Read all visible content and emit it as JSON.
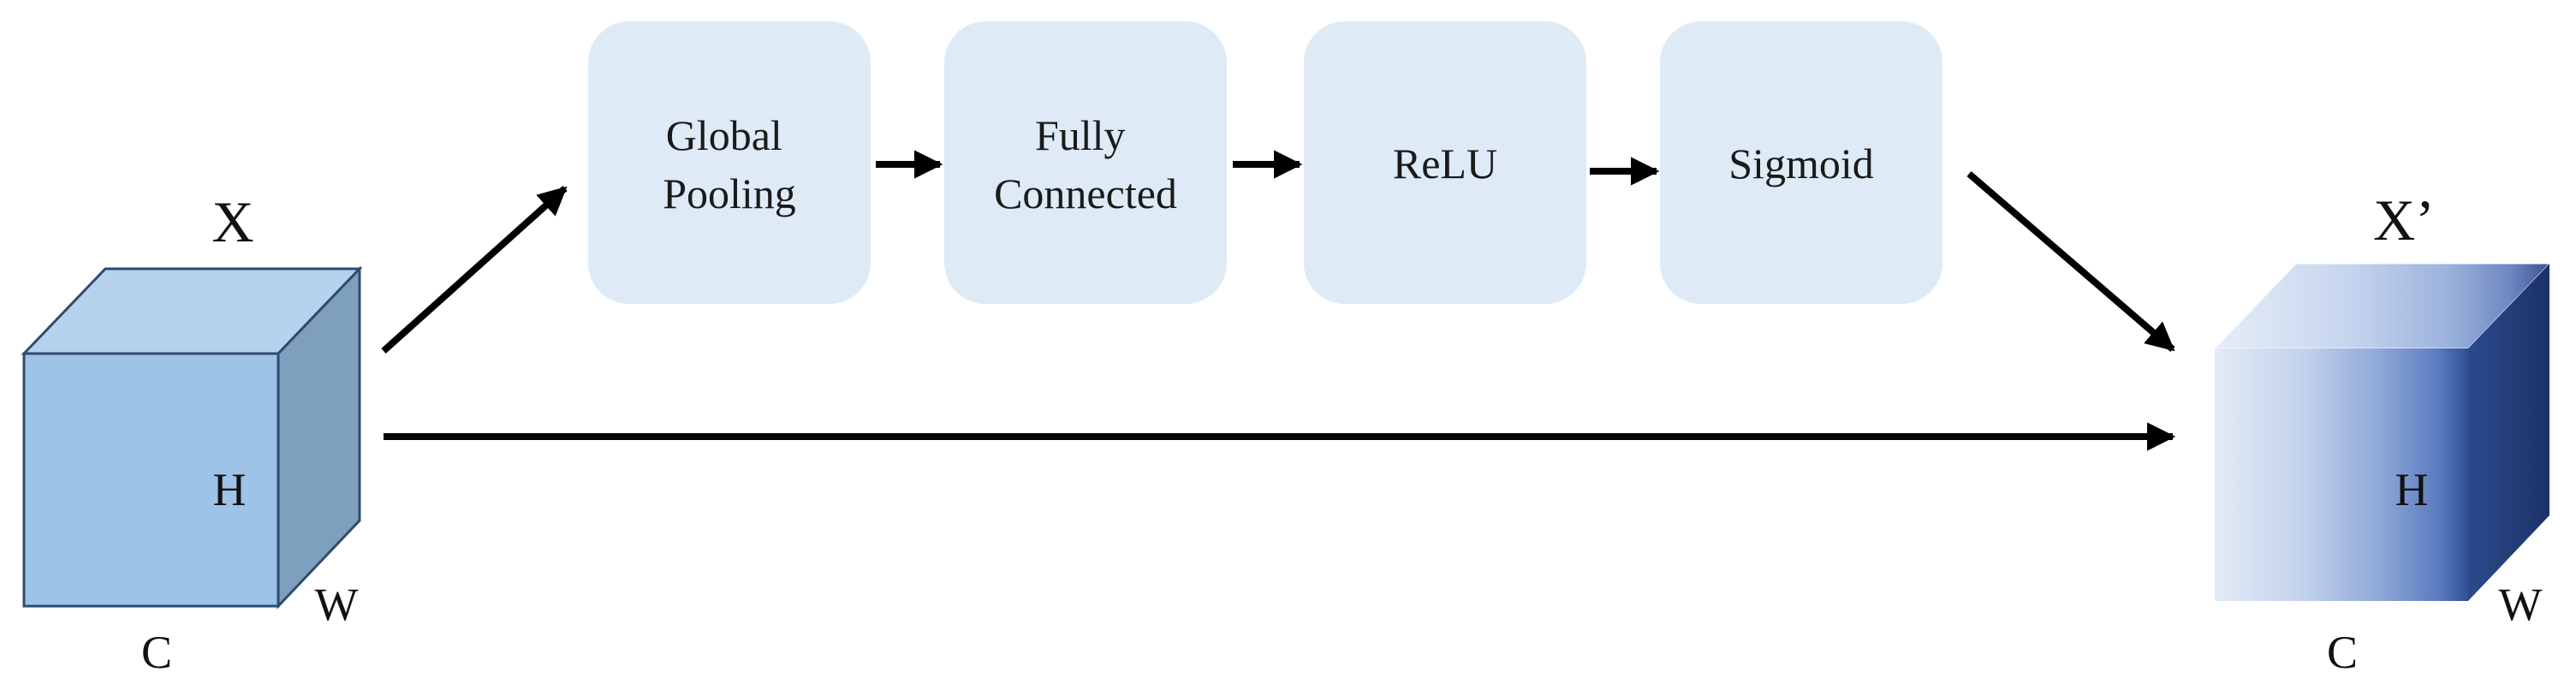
{
  "input_tensor": {
    "label": "X",
    "dims": {
      "h": "H",
      "w": "W",
      "c": "C"
    }
  },
  "output_tensor": {
    "label": "X’",
    "dims": {
      "h": "H",
      "w": "W",
      "c": "C"
    }
  },
  "blocks": [
    {
      "id": "global-pooling",
      "lines": [
        "Global",
        "Pooling"
      ]
    },
    {
      "id": "fully-connected",
      "lines": [
        "Fully",
        "Connected"
      ]
    },
    {
      "id": "relu",
      "lines": [
        "ReLU"
      ]
    },
    {
      "id": "sigmoid",
      "lines": [
        "Sigmoid"
      ]
    }
  ],
  "colors": {
    "block_fill": "#deeaf6",
    "arrow": "#000000",
    "input_front": "#9dc3e6",
    "input_top": "#b4d2ee",
    "input_side": "#7f9fbf",
    "output_light": "#dde6f3",
    "output_mid": "#8fa8d6",
    "output_dark": "#2e4a8a"
  }
}
